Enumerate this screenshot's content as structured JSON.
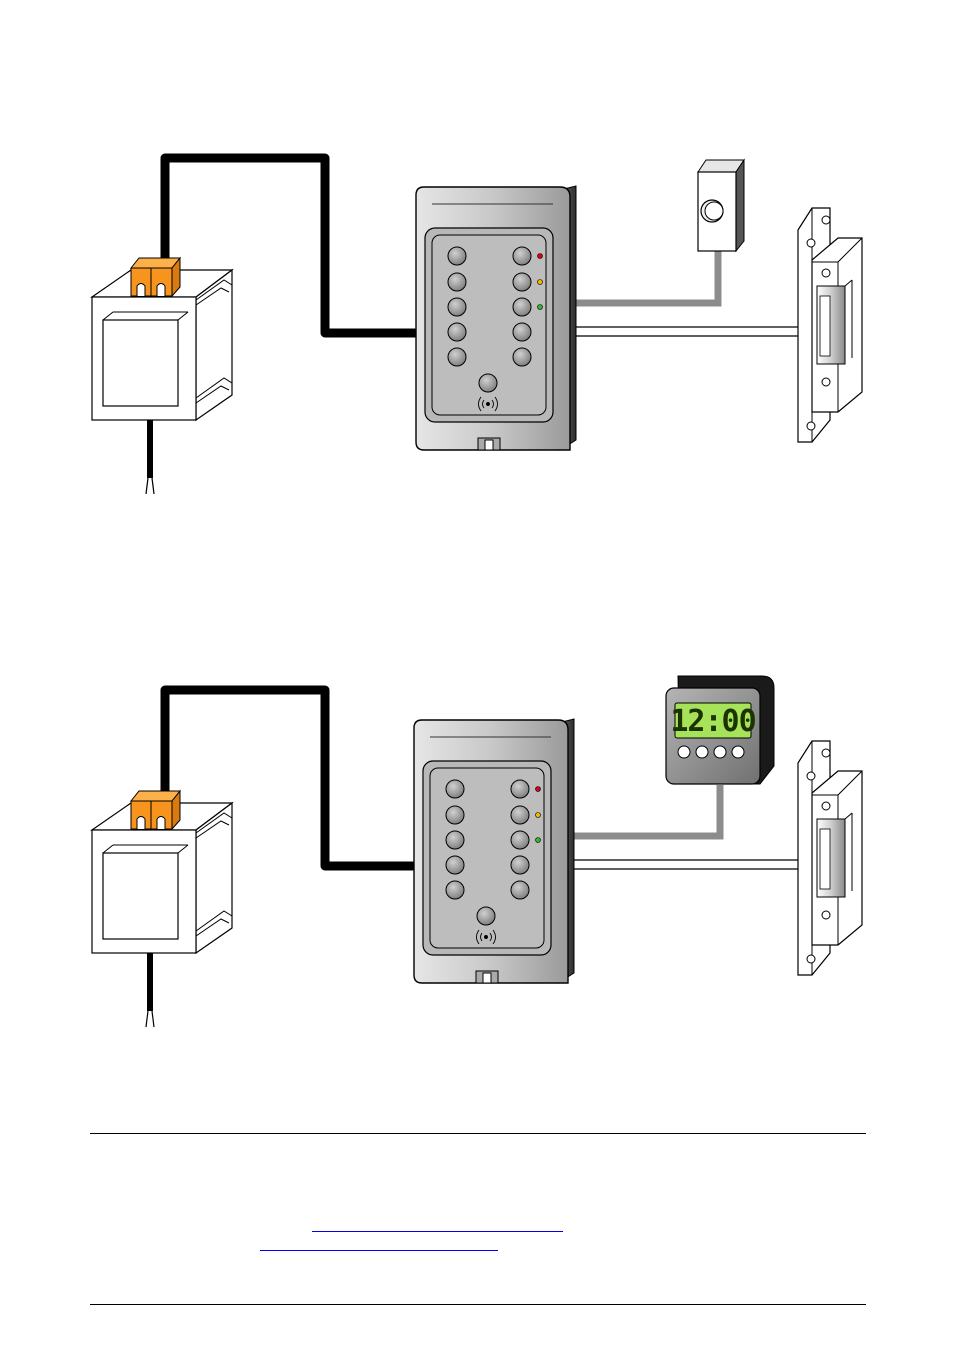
{
  "diagrams": [
    {
      "id": "top",
      "components": [
        "power-supply",
        "keypad-card-reader",
        "doorbell-push-button",
        "electric-door-strike"
      ],
      "accessory": "doorbell-push-button"
    },
    {
      "id": "bottom",
      "components": [
        "power-supply",
        "keypad-card-reader",
        "digital-timer-clock",
        "electric-door-strike"
      ],
      "accessory": "digital-timer-clock",
      "timer_display": "12:00"
    }
  ],
  "footer": {
    "links": [
      "",
      ""
    ]
  },
  "colors": {
    "power_cable": "#000000",
    "signal_cable": "#8c8c8c",
    "terminal_block": "#f7941d",
    "led_red": "#d9001b",
    "led_yellow": "#f2b800",
    "led_green": "#2eb82e",
    "lcd_green": "#a6e35a"
  },
  "icons": {
    "rfid": "rfid-wave-icon",
    "screw": "screw-icon"
  }
}
